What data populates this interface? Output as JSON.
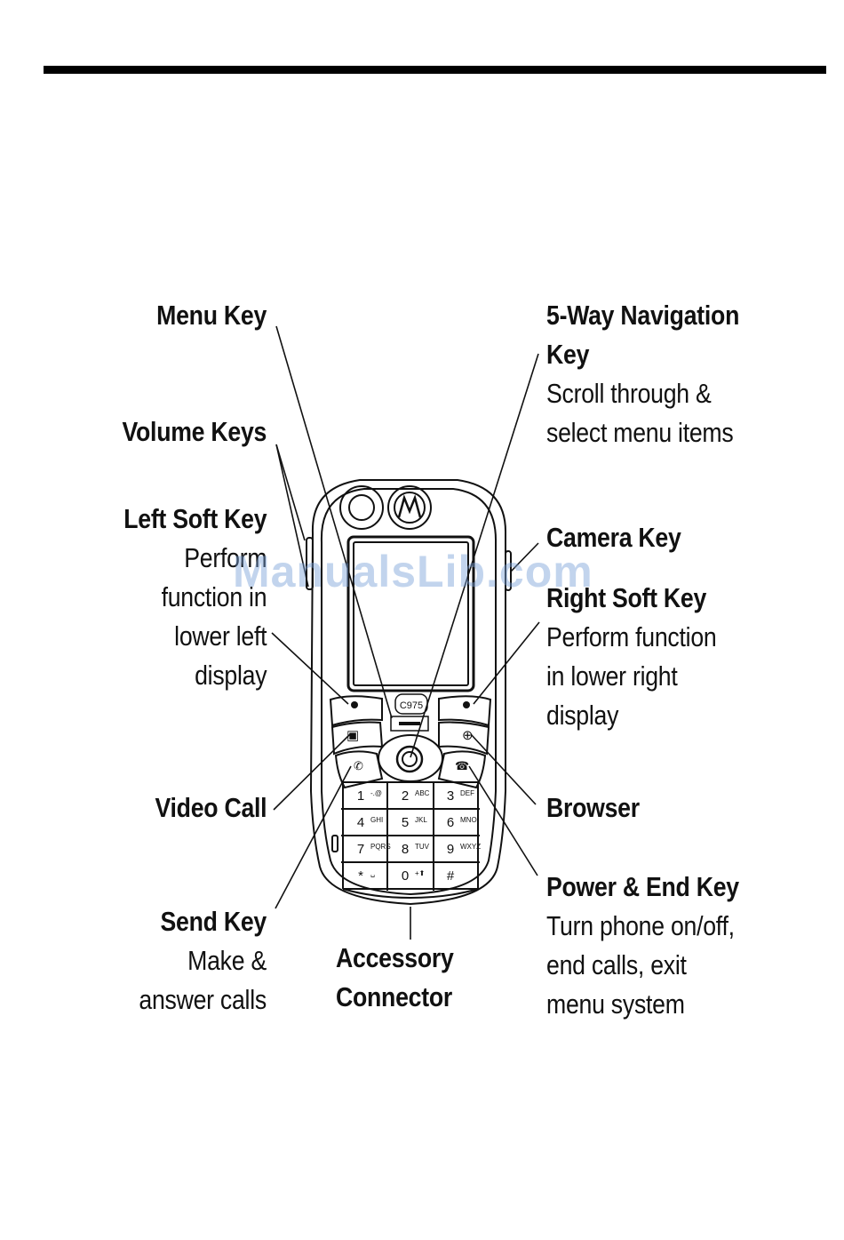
{
  "labels": {
    "menu_key": {
      "title": "Menu Key"
    },
    "volume_keys": {
      "title": "Volume Keys"
    },
    "left_soft_key": {
      "title": "Left Soft Key",
      "desc": [
        "Perform",
        "function in",
        "lower left",
        "display"
      ]
    },
    "video_call": {
      "title": "Video Call"
    },
    "send_key": {
      "title": "Send Key",
      "desc": [
        "Make &",
        "answer calls"
      ]
    },
    "nav_key": {
      "title": [
        "5-Way Navigation",
        "Key"
      ],
      "desc": [
        "Scroll through &",
        "select menu items"
      ]
    },
    "camera_key": {
      "title": "Camera Key"
    },
    "right_soft_key": {
      "title": "Right Soft Key",
      "desc": [
        "Perform function",
        "in lower right",
        "display"
      ]
    },
    "browser": {
      "title": "Browser"
    },
    "power_end_key": {
      "title": "Power & End Key",
      "desc": [
        "Turn phone on/off,",
        "end calls, exit",
        "menu system"
      ]
    },
    "accessory_connector": {
      "title": [
        "Accessory",
        "Connector"
      ]
    }
  },
  "phone": {
    "model": "C975",
    "keypad": [
      {
        "main": "1",
        "sub": "-.@"
      },
      {
        "main": "2",
        "sub": "ABC"
      },
      {
        "main": "3",
        "sub": "DEF"
      },
      {
        "main": "4",
        "sub": "GHI"
      },
      {
        "main": "5",
        "sub": "JKL"
      },
      {
        "main": "6",
        "sub": "MNO"
      },
      {
        "main": "7",
        "sub": "PQRS"
      },
      {
        "main": "8",
        "sub": "TUV"
      },
      {
        "main": "9",
        "sub": "WXYZ"
      },
      {
        "main": "*",
        "sub": "␣"
      },
      {
        "main": "0",
        "sub": "+⬆"
      },
      {
        "main": "#",
        "sub": ""
      }
    ]
  },
  "watermark": "ManualsLib.com"
}
